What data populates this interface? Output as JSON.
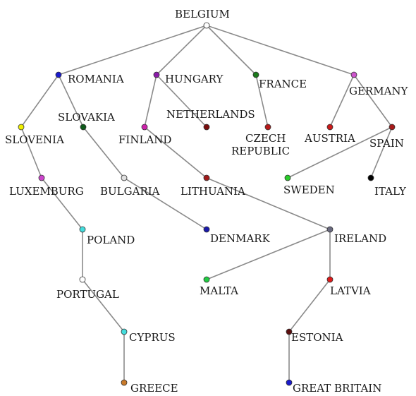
{
  "nodes": {
    "belgium": {
      "label": "BELGIUM",
      "color": "#ffffff"
    },
    "romania": {
      "label": "ROMANIA",
      "color": "#1a1acc"
    },
    "hungary": {
      "label": "HUNGARY",
      "color": "#8a1aa8"
    },
    "france": {
      "label": "FRANCE",
      "color": "#1a7a1a"
    },
    "germany": {
      "label": "GERMANY",
      "color": "#cc55cc"
    },
    "slovenia": {
      "label": "SLOVENIA",
      "color": "#f0f000"
    },
    "slovakia": {
      "label": "SLOVAKIA",
      "color": "#0e5a1a"
    },
    "netherlands": {
      "label": "NETHERLANDS",
      "color": "#7a0e0e"
    },
    "finland": {
      "label": "FINLAND",
      "color": "#cc22aa"
    },
    "czech": {
      "label": "CZECH",
      "label2": "REPUBLIC",
      "color": "#b81a1a"
    },
    "austria": {
      "label": "AUSTRIA",
      "color": "#cc1a1a"
    },
    "spain": {
      "label": "SPAIN",
      "color": "#a81a1a"
    },
    "luxemburg": {
      "label": "LUXEMBURG",
      "color": "#cc44cc"
    },
    "bulgaria": {
      "label": "BULGARIA",
      "color": "#e0e0e0"
    },
    "lithuania": {
      "label": "LITHUANIA",
      "color": "#a01a1a"
    },
    "sweden": {
      "label": "SWEDEN",
      "color": "#2acc2a"
    },
    "italy": {
      "label": "ITALY",
      "color": "#000000"
    },
    "poland": {
      "label": "POLAND",
      "color": "#44dddd"
    },
    "denmark": {
      "label": "DENMARK",
      "color": "#1a1aaa"
    },
    "ireland": {
      "label": "IRELAND",
      "color": "#6a6a80"
    },
    "portugal": {
      "label": "PORTUGAL",
      "color": "#ffffff"
    },
    "malta": {
      "label": "MALTA",
      "color": "#22cc44"
    },
    "latvia": {
      "label": "LATVIA",
      "color": "#dd1a1a"
    },
    "cyprus": {
      "label": "CYPRUS",
      "color": "#44dddd"
    },
    "estonia": {
      "label": "ESTONIA",
      "color": "#5a0e0e"
    },
    "greece": {
      "label": "GREECE",
      "color": "#c87a2a"
    },
    "great_britain": {
      "label": "GREAT BRITAIN",
      "color": "#1a1acc"
    }
  },
  "edges": [
    [
      "belgium",
      "romania"
    ],
    [
      "belgium",
      "hungary"
    ],
    [
      "belgium",
      "france"
    ],
    [
      "belgium",
      "germany"
    ],
    [
      "romania",
      "slovenia"
    ],
    [
      "romania",
      "slovakia"
    ],
    [
      "hungary",
      "netherlands"
    ],
    [
      "hungary",
      "finland"
    ],
    [
      "france",
      "czech"
    ],
    [
      "germany",
      "austria"
    ],
    [
      "germany",
      "spain"
    ],
    [
      "slovenia",
      "luxemburg"
    ],
    [
      "slovakia",
      "bulgaria"
    ],
    [
      "finland",
      "lithuania"
    ],
    [
      "spain",
      "sweden"
    ],
    [
      "spain",
      "italy"
    ],
    [
      "luxemburg",
      "poland"
    ],
    [
      "bulgaria",
      "denmark"
    ],
    [
      "lithuania",
      "ireland"
    ],
    [
      "poland",
      "portugal"
    ],
    [
      "ireland",
      "malta"
    ],
    [
      "ireland",
      "latvia"
    ],
    [
      "portugal",
      "cyprus"
    ],
    [
      "latvia",
      "estonia"
    ],
    [
      "cyprus",
      "greece"
    ],
    [
      "estonia",
      "great_britain"
    ]
  ]
}
